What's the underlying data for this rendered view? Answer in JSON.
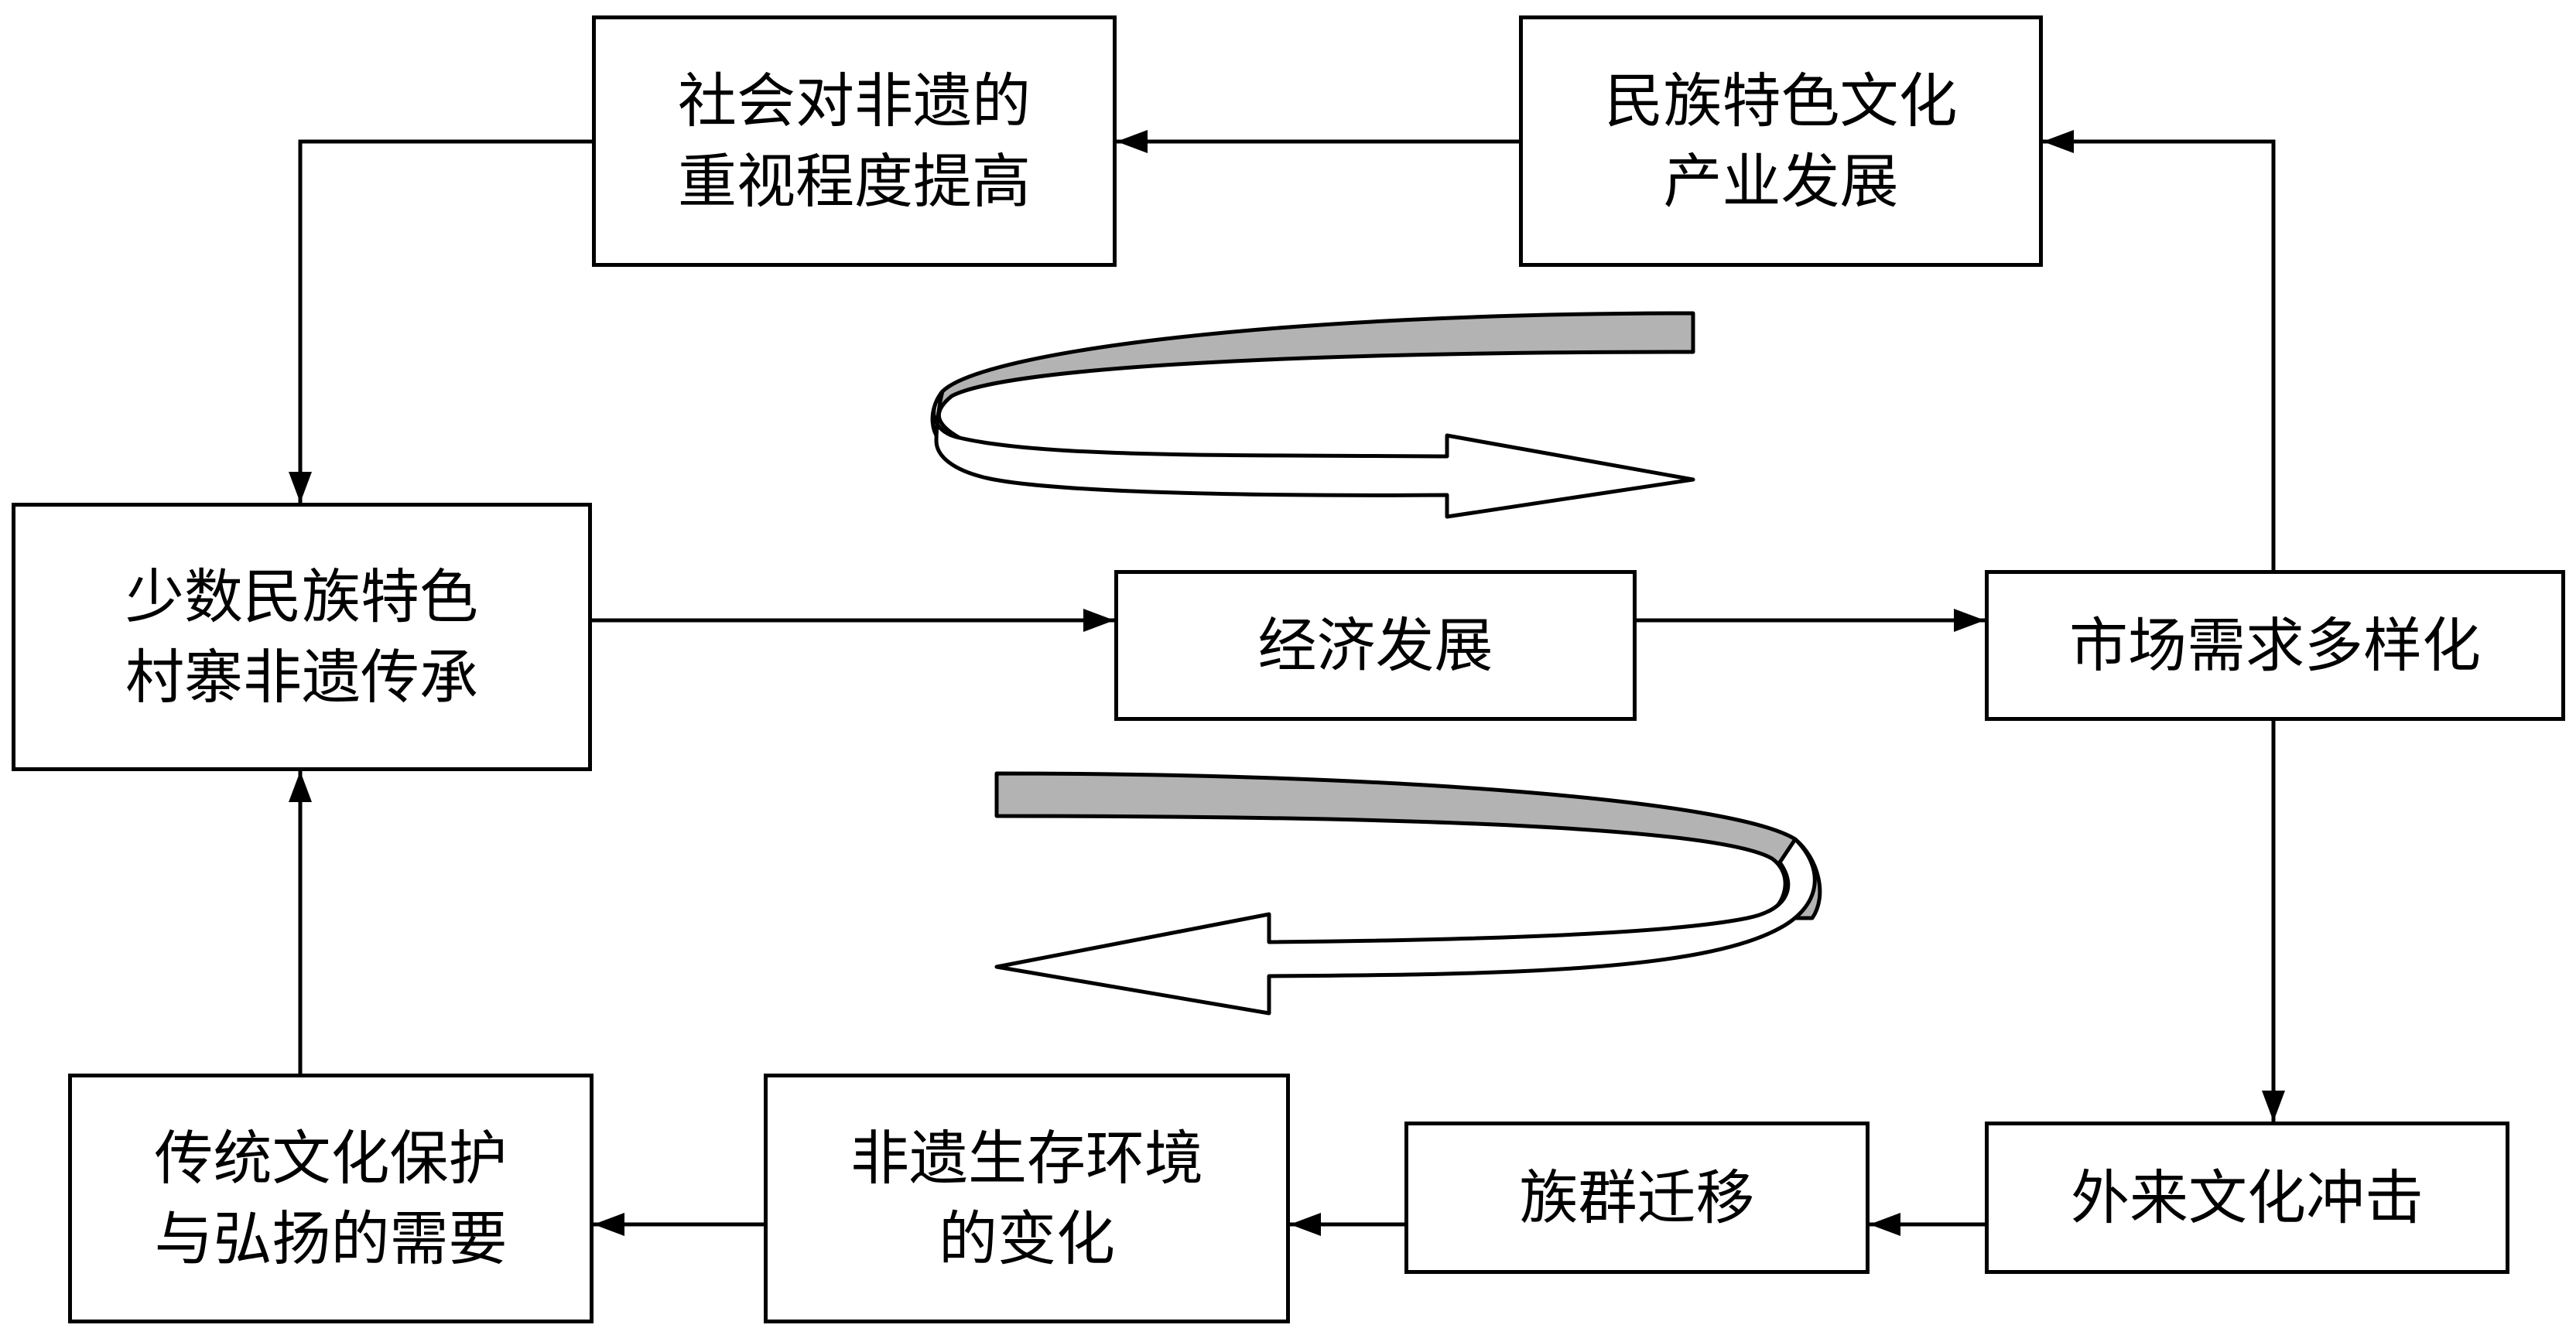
{
  "nodes": {
    "social_attention": "社会对非遗的\n重视程度提高",
    "ethnic_culture_industry": "民族特色文化\n产业发展",
    "village_heritage": "少数民族特色\n村寨非遗传承",
    "economic_development": "经济发展",
    "market_diversification": "市场需求多样化",
    "traditional_culture_need": "传统文化保护\n与弘扬的需要",
    "heritage_environment_change": "非遗生存环境\n的变化",
    "ethnic_migration": "族群迁移",
    "foreign_culture_impact": "外来文化冲击"
  },
  "colors": {
    "line": "#000000",
    "ribbon": "#b3b3b3",
    "box_fill": "#ffffff"
  },
  "icons": {
    "upper_cycle": "clockwise-curved-arrow-icon",
    "lower_cycle": "counterclockwise-curved-arrow-icon"
  }
}
